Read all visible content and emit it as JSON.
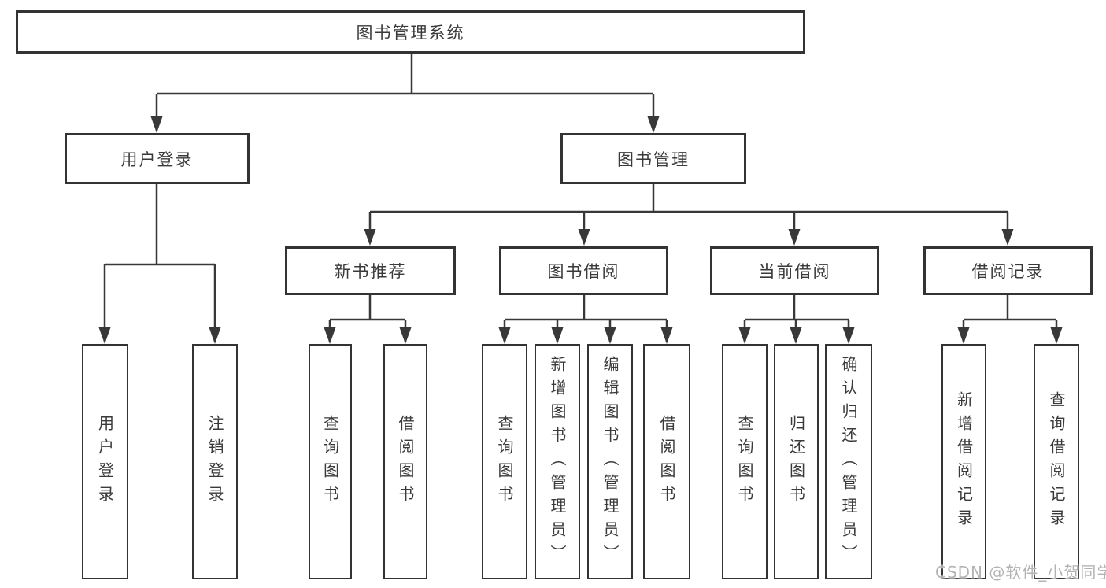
{
  "diagram": {
    "title": "图书管理系统",
    "nodes": {
      "root": {
        "label": "图书管理系统"
      },
      "level2": [
        {
          "label": "用户登录"
        },
        {
          "label": "图书管理"
        }
      ],
      "level3": [
        {
          "label": "新书推荐",
          "parent": "图书管理"
        },
        {
          "label": "图书借阅",
          "parent": "图书管理"
        },
        {
          "label": "当前借阅",
          "parent": "图书管理"
        },
        {
          "label": "借阅记录",
          "parent": "图书管理"
        }
      ],
      "leaves": [
        {
          "label": "用户登录",
          "parent": "用户登录"
        },
        {
          "label": "注销登录",
          "parent": "用户登录"
        },
        {
          "label": "查询图书",
          "parent": "新书推荐"
        },
        {
          "label": "借阅图书",
          "parent": "新书推荐"
        },
        {
          "label": "查询图书",
          "parent": "图书借阅"
        },
        {
          "label": "新增图书（管理员）",
          "parent": "图书借阅"
        },
        {
          "label": "编辑图书（管理员）",
          "parent": "图书借阅"
        },
        {
          "label": "借阅图书",
          "parent": "图书借阅"
        },
        {
          "label": "查询图书",
          "parent": "当前借阅"
        },
        {
          "label": "归还图书",
          "parent": "当前借阅"
        },
        {
          "label": "确认归还（管理员）",
          "parent": "当前借阅"
        },
        {
          "label": "新增借阅记录",
          "parent": "借阅记录"
        },
        {
          "label": "查询借阅记录",
          "parent": "借阅记录"
        }
      ]
    },
    "colors": {
      "line": "#383838",
      "border": "#333333",
      "text": "#3a3a3a",
      "watermark": "#b3b3b3",
      "background": "#ffffff"
    }
  },
  "watermark": {
    "text": "CSDN @软件_小贺同学"
  }
}
